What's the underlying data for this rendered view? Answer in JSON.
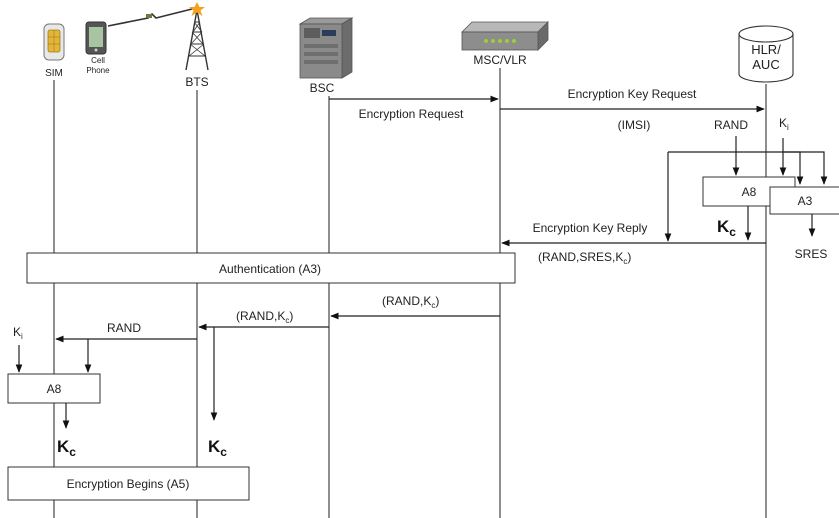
{
  "entities": {
    "sim": "SIM",
    "phone_line1": "Cell",
    "phone_line2": "Phone",
    "bts": "BTS",
    "bsc": "BSC",
    "msc": "MSC/VLR",
    "hlr_line1": "HLR/",
    "hlr_line2": "AUC"
  },
  "messages": {
    "encryption_request": "Encryption Request",
    "encryption_key_request": "Encryption Key Request",
    "imsi": "(IMSI)",
    "encryption_key_reply": "Encryption Key Reply",
    "rand_sres_kc": "(RAND,SRES,K",
    "rand_sres_kc_sub": "c",
    "rand_sres_kc_close": ")",
    "rand_kc_open": "(RAND,K",
    "rand_kc_sub": "c",
    "rand_kc_close": ")",
    "rand": "RAND"
  },
  "hlr": {
    "rand": "RAND",
    "ki": "K",
    "ki_sub": "i",
    "a8": "A8",
    "a3": "A3",
    "kc": "K",
    "kc_sub": "c",
    "sres": "SRES"
  },
  "phone_side": {
    "ki": "K",
    "ki_sub": "i",
    "a8": "A8",
    "kc": "K",
    "kc_sub": "c"
  },
  "bts_side": {
    "kc": "K",
    "kc_sub": "c"
  },
  "boxes": {
    "authentication": "Authentication (A3)",
    "encryption_begins": "Encryption Begins (A5)"
  }
}
